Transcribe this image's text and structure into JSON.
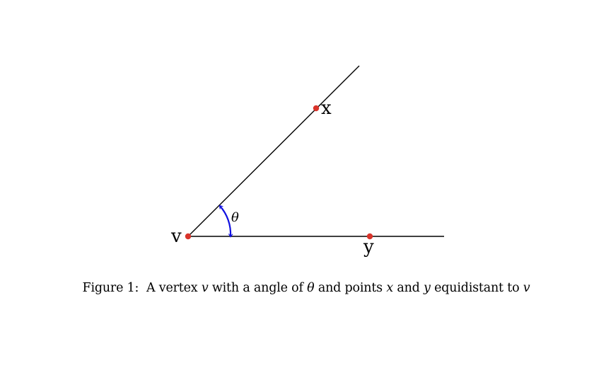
{
  "diagram": {
    "labels": {
      "vertex": "v",
      "point_x": "x",
      "point_y": "y",
      "angle": "θ"
    },
    "colors": {
      "line": "#000000",
      "point": "#d9342b",
      "angle_arc": "#1010e0"
    }
  },
  "caption": {
    "prefix": "Figure 1:",
    "t1": "A vertex",
    "v1": "v",
    "t2": "with a angle of",
    "theta": "θ",
    "t3": "and points",
    "x": "x",
    "t4": "and",
    "y": "y",
    "t5": "equidistant to",
    "v2": "v"
  }
}
